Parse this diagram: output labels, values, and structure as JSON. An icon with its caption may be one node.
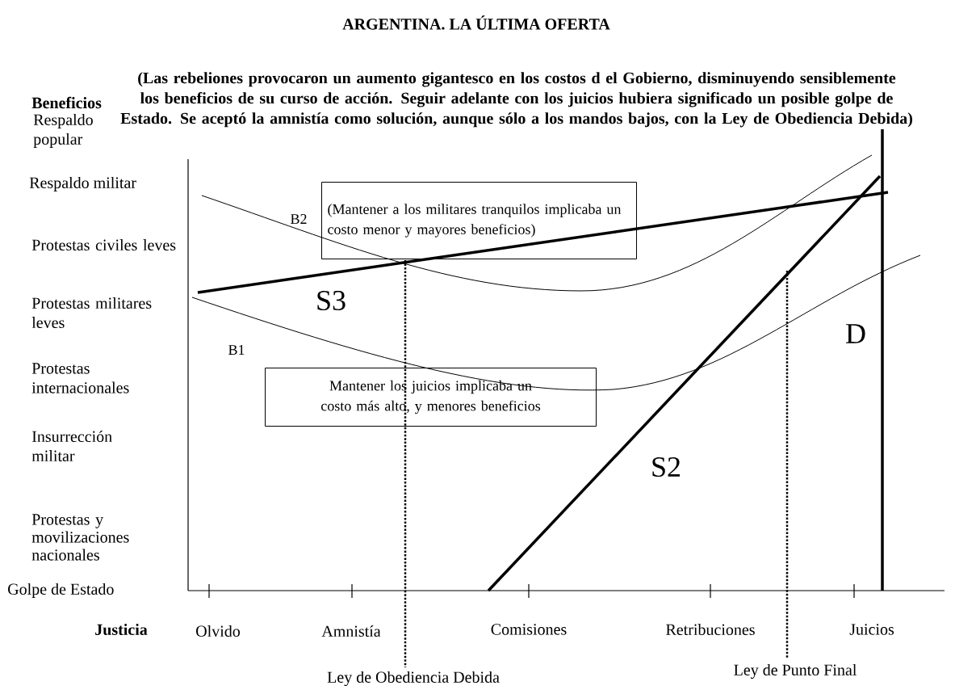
{
  "diagram": {
    "title": "ARGENTINA. LA ÚLTIMA OFERTA",
    "nodes": [
      {
        "text": [
          "(Mantener a los militares tranquilos implicaba un costo menor y mayores beneficios)"
        ]
      },
      {
        "text": [
          "Mantener los juicios implicaba un costo más alto, y menores beneficios"
        ]
      }
    ],
    "labels": [
      "(Las rebeliones provocaron un aumento gigantesco en los costos d el Gobierno, disminuyendo sensiblemente los beneficios de su curso de acción. Seguir adelante con los juicios hubiera significado un posible golpe de Estado. Se aceptó la amnistía como solución, aunque sólo a los mandos bajos, con la Ley de Obediencia Debida)",
      "Beneficios",
      "Respaldo popular",
      "Respaldo militar",
      "Protestas civiles leves",
      "Protestas militares leves",
      "Protestas internacionales",
      "Insurrección militar",
      "Protestas y movilizaciones nacionales",
      "Golpe de Estado",
      "B2",
      "S3",
      "B1",
      "D",
      "S2",
      "Justicia",
      "Olvido",
      "Amnistía",
      "Comisiones",
      "Retribuciones",
      "Juicios",
      "Ley de Obediencia Debida",
      "Ley de Punto Final"
    ]
  }
}
